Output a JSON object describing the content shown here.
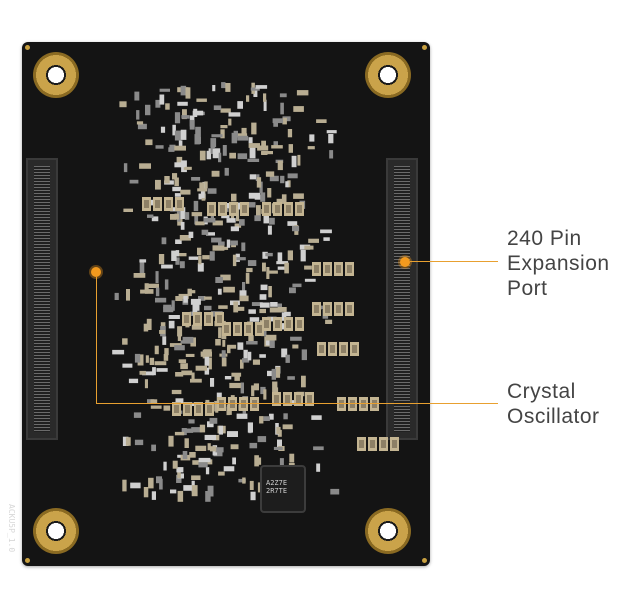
{
  "board": {
    "silkscreen_version": "ACKU5P_1.0",
    "inductor_marking": "A2Z7E 2R7TE"
  },
  "annotations": {
    "expansion_port": "240 Pin Expansion Port",
    "expansion_lines": [
      "240 Pin",
      "Expansion",
      "Port"
    ],
    "crystal_oscillator": "Crystal Oscillator",
    "crystal_lines": [
      "Crystal",
      "Oscillator"
    ]
  },
  "colors": {
    "board": "#141414",
    "gold": "#caa34a",
    "pointer": "#f39a1e",
    "label_text": "#444444"
  }
}
